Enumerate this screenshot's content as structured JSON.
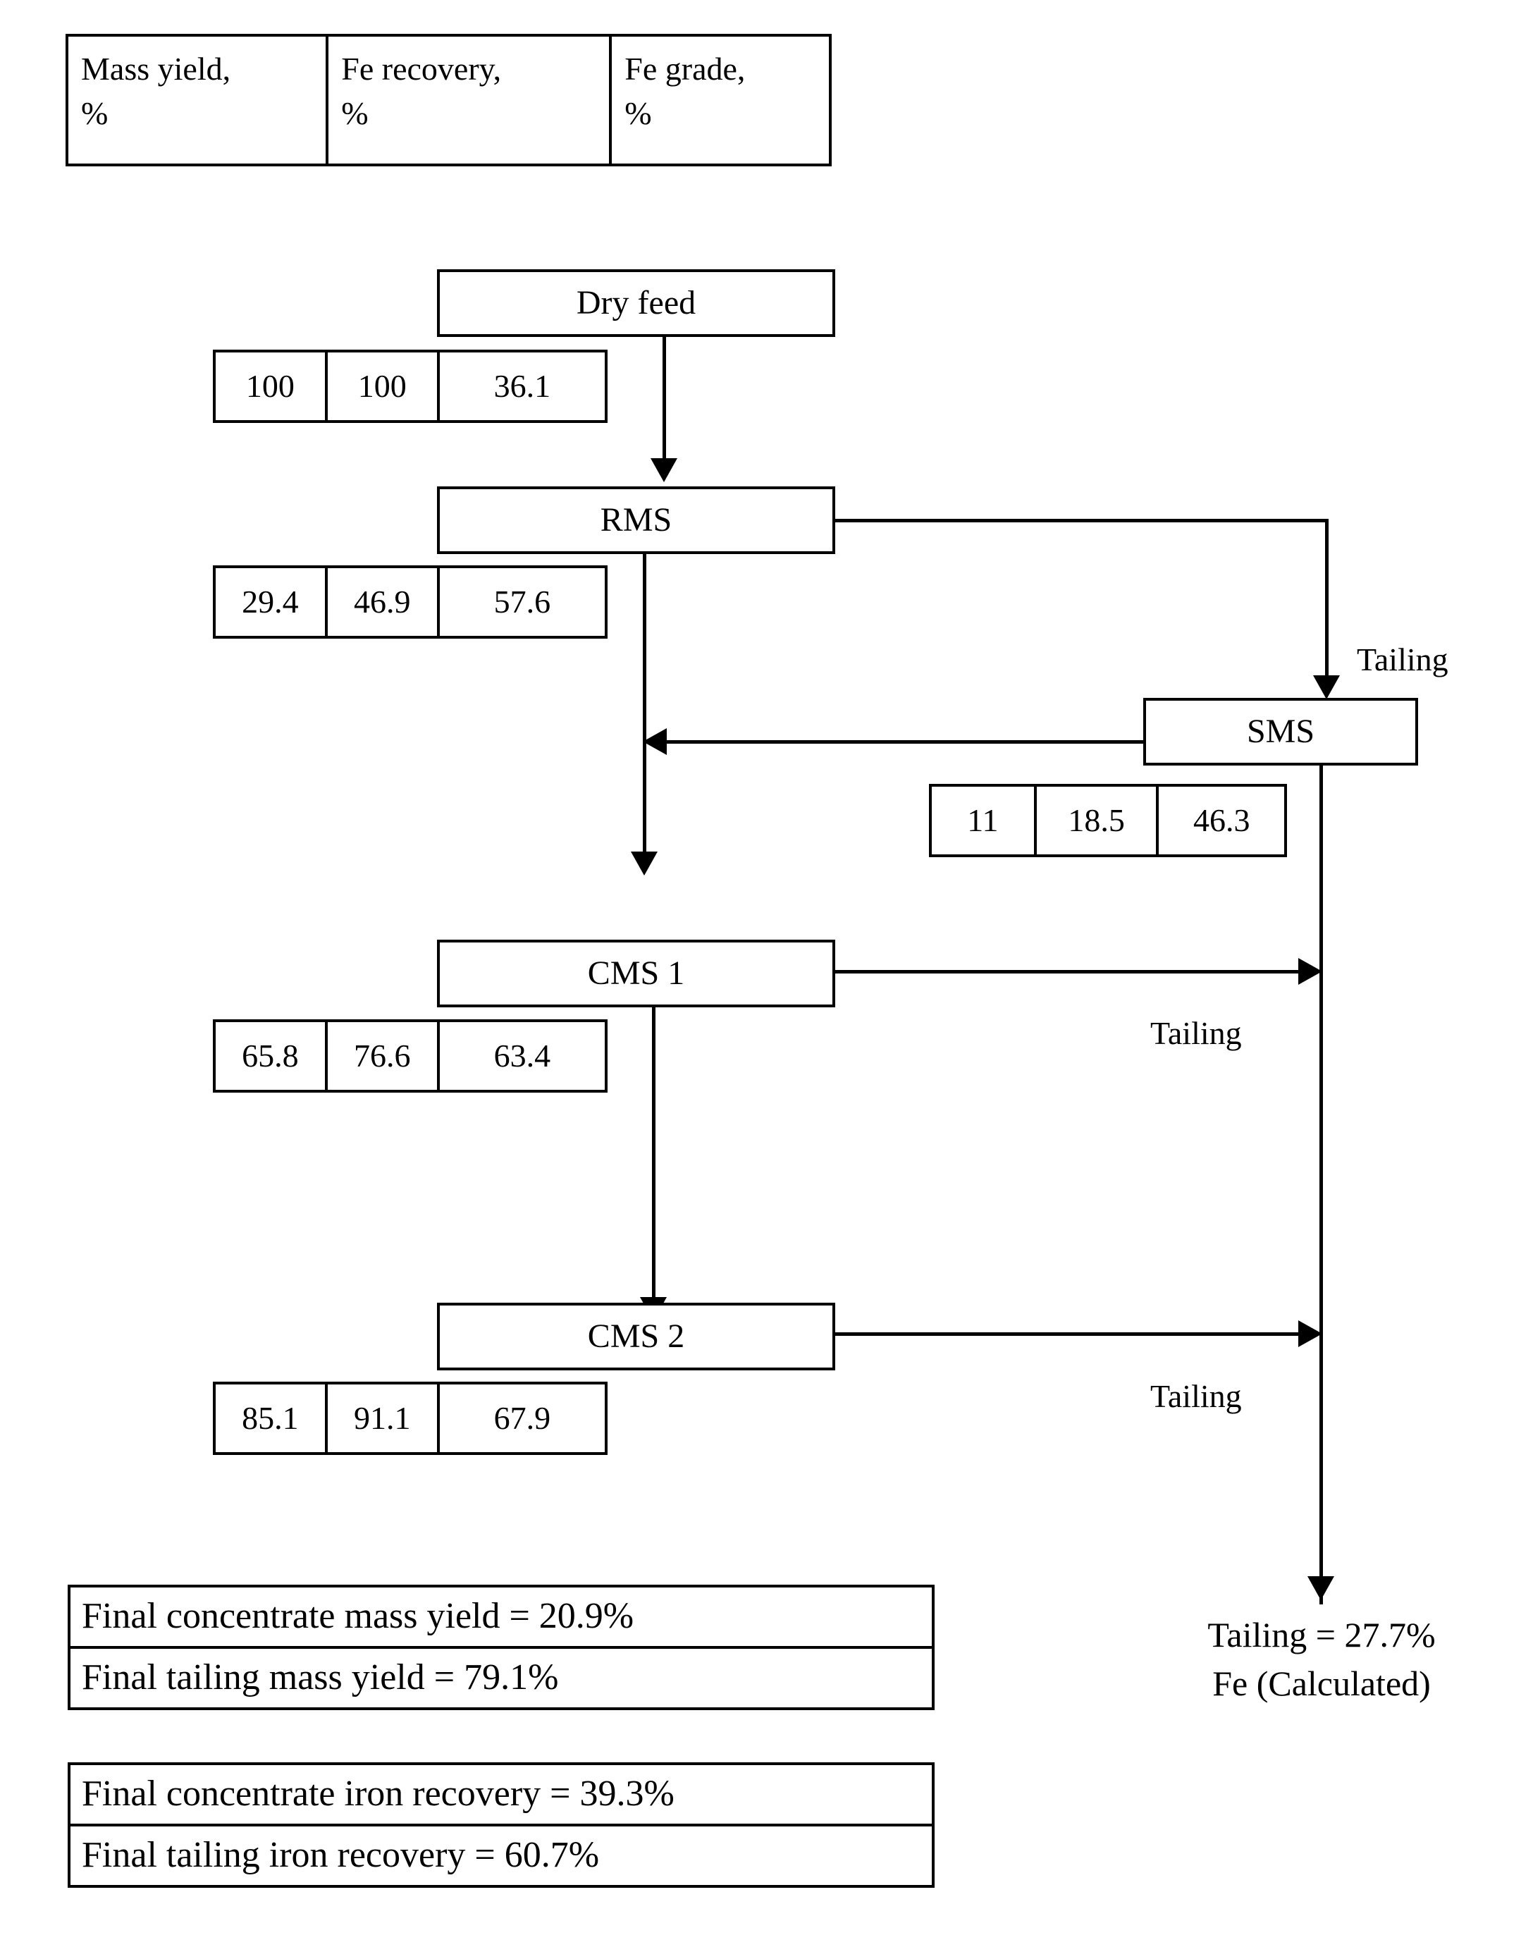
{
  "legend": {
    "columns": [
      {
        "name": "Mass yield,",
        "unit": "%"
      },
      {
        "name": "Fe recovery,",
        "unit": "%"
      },
      {
        "name": "Fe grade,",
        "unit": "%"
      }
    ]
  },
  "chart_data": {
    "type": "diagram",
    "title": "Magnetic separation flowsheet mass balance",
    "columns": [
      "Mass yield, %",
      "Fe recovery, %",
      "Fe grade, %"
    ],
    "nodes": [
      {
        "id": "dry_feed",
        "label": "Dry feed",
        "mass_yield": "100",
        "fe_recovery": "100",
        "fe_grade": "36.1"
      },
      {
        "id": "rms",
        "label": "RMS",
        "mass_yield": "29.4",
        "fe_recovery": "46.9",
        "fe_grade": "57.6"
      },
      {
        "id": "sms",
        "label": "SMS",
        "mass_yield": "11",
        "fe_recovery": "18.5",
        "fe_grade": "46.3"
      },
      {
        "id": "cms1",
        "label": "CMS 1",
        "mass_yield": "65.8",
        "fe_recovery": "76.6",
        "fe_grade": "63.4"
      },
      {
        "id": "cms2",
        "label": "CMS 2",
        "mass_yield": "85.1",
        "fe_recovery": "91.1",
        "fe_grade": "67.9"
      }
    ],
    "edges": [
      {
        "from": "dry_feed",
        "to": "rms",
        "label": ""
      },
      {
        "from": "rms",
        "to": "sms",
        "label": "Tailing"
      },
      {
        "from": "sms",
        "to": "cms1",
        "label": ""
      },
      {
        "from": "rms",
        "to": "cms1",
        "label": ""
      },
      {
        "from": "cms1",
        "to": "final_tailing",
        "label": "Tailing"
      },
      {
        "from": "cms1",
        "to": "cms2",
        "label": ""
      },
      {
        "from": "cms2",
        "to": "final_tailing",
        "label": "Tailing"
      },
      {
        "from": "sms",
        "to": "final_tailing",
        "label": ""
      }
    ],
    "summary": {
      "final_concentrate_mass_yield": "20.9%",
      "final_tailing_mass_yield": "79.1%",
      "final_concentrate_iron_recovery": "39.3%",
      "final_tailing_iron_recovery": "60.7%",
      "final_tailing": "27.7%"
    }
  },
  "flow": {
    "dry_feed": {
      "label": "Dry feed",
      "values": [
        "100",
        "100",
        "36.1"
      ]
    },
    "rms": {
      "label": "RMS",
      "values": [
        "29.4",
        "46.9",
        "57.6"
      ]
    },
    "sms": {
      "label": "SMS",
      "values": [
        "11",
        "18.5",
        "46.3"
      ]
    },
    "cms1": {
      "label": "CMS 1",
      "values": [
        "65.8",
        "76.6",
        "63.4"
      ]
    },
    "cms2": {
      "label": "CMS 2",
      "values": [
        "85.1",
        "91.1",
        "67.9"
      ]
    }
  },
  "labels": {
    "tailing_rms": "Tailing",
    "tailing_cms1": "Tailing",
    "tailing_cms2": "Tailing"
  },
  "summary": {
    "mass_yield": [
      "Final concentrate mass yield = 20.9%",
      "Final tailing mass yield = 79.1%"
    ],
    "iron_recovery": [
      "Final concentrate iron recovery = 39.3%",
      "Final tailing iron recovery = 60.7%"
    ]
  },
  "final_tailing": {
    "line1": "Tailing = 27.7%",
    "line2": "Fe (Calculated)"
  }
}
